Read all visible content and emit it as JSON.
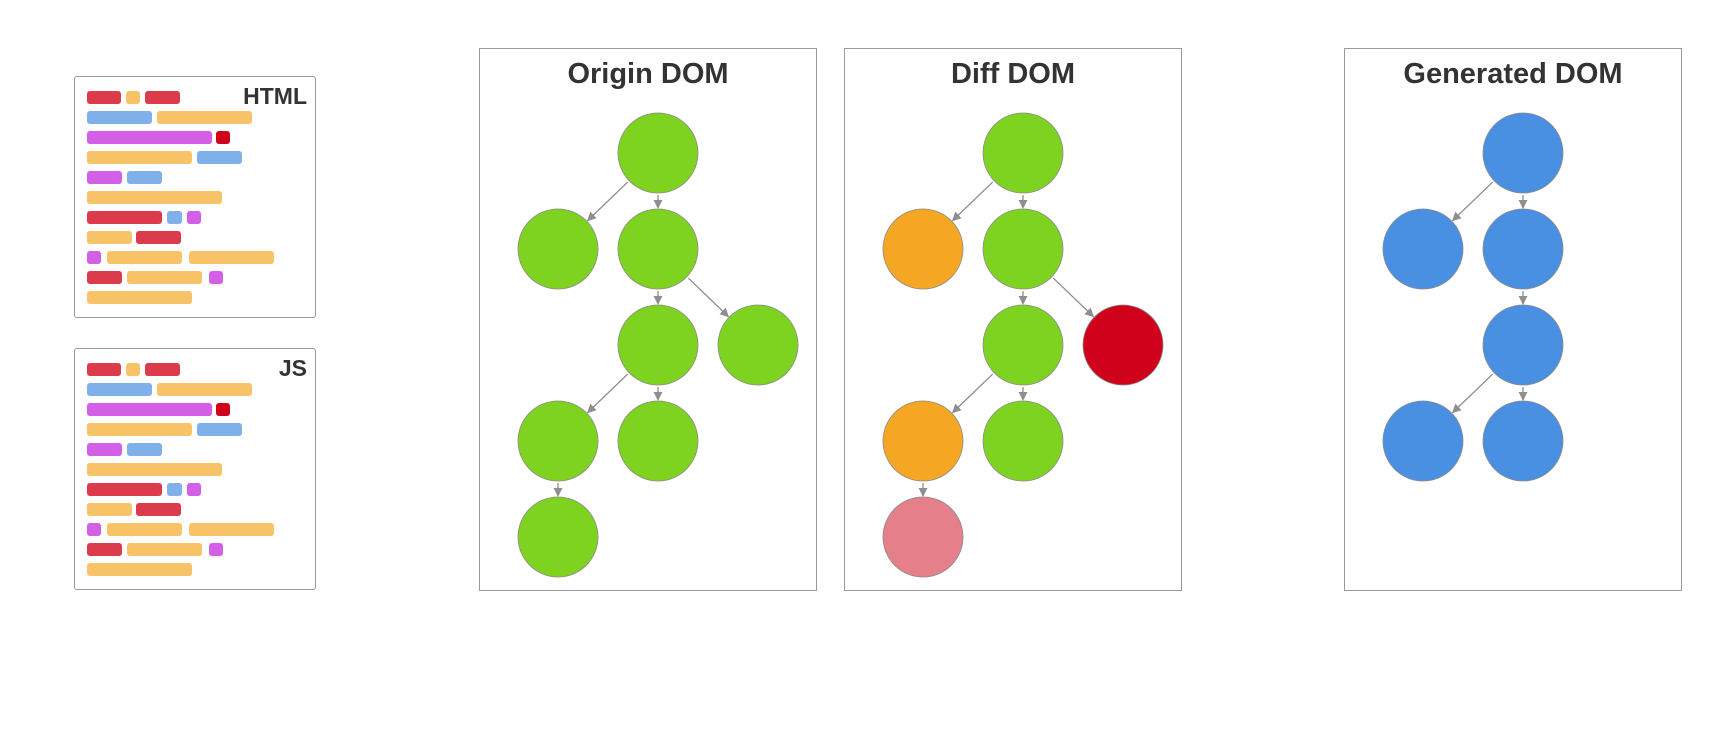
{
  "code_cards": [
    {
      "id": "html",
      "title": "HTML"
    },
    {
      "id": "js",
      "title": "JS"
    }
  ],
  "colors": {
    "red": "#dc3b4b",
    "orange": "#f8c266",
    "blue": "#80b0ea",
    "purple": "#d25fe6",
    "darkred": "#d0021b",
    "node_green": "#7ed321",
    "node_orange": "#f5a623",
    "node_red": "#d0021b",
    "node_pink": "#e5808b",
    "node_blue": "#4a90e2"
  },
  "panels": [
    {
      "id": "origin",
      "title": "Origin DOM",
      "node_colors": [
        "node_green",
        "node_green",
        "node_green",
        "node_green",
        "node_green",
        "node_green",
        "node_green",
        "node_green"
      ]
    },
    {
      "id": "diff",
      "title": "Diff DOM",
      "node_colors": [
        "node_green",
        "node_orange",
        "node_green",
        "node_green",
        "node_red",
        "node_orange",
        "node_green",
        "node_pink"
      ]
    },
    {
      "id": "generated",
      "title": "Generated DOM",
      "node_colors": [
        "node_blue",
        "node_blue",
        "node_blue",
        "node_blue",
        "node_blue",
        "node_blue"
      ]
    }
  ]
}
